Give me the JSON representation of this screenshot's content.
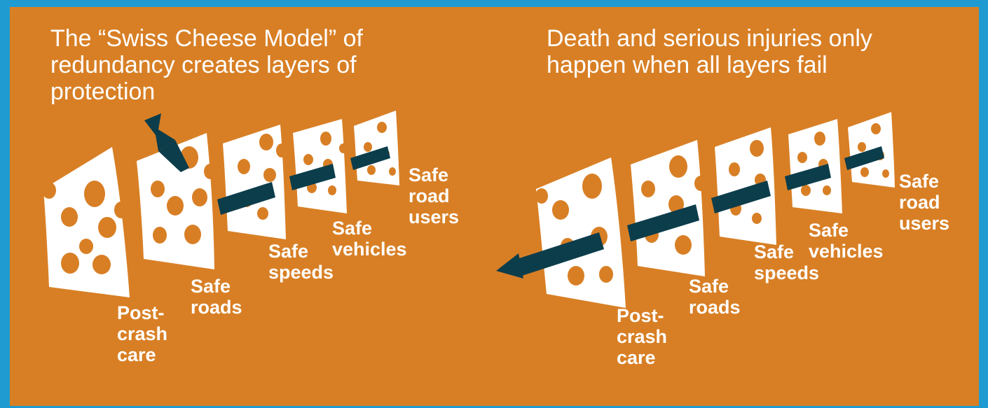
{
  "colors": {
    "frame": "#1f9bd1",
    "background": "#d87f25",
    "cheese": "#ffffff",
    "hole": "#d87f25",
    "arrow": "#0c3d4b",
    "text": "#ffffff"
  },
  "left_panel": {
    "headline": "The “Swiss Cheese Model” of redundancy creates layers of protection",
    "labels": {
      "post_crash_care": "Post-\ncrash\ncare",
      "safe_roads": "Safe\nroads",
      "safe_speeds": "Safe\nspeeds",
      "safe_vehicles": "Safe\nvehicles",
      "safe_road_users": "Safe\nroad\nusers"
    }
  },
  "right_panel": {
    "headline": "Death and serious injuries only happen when all layers fail",
    "labels": {
      "post_crash_care": "Post-\ncrash\ncare",
      "safe_roads": "Safe\nroads",
      "safe_speeds": "Safe\nspeeds",
      "safe_vehicles": "Safe\nvehicles",
      "safe_road_users": "Safe\nroad\nusers"
    }
  }
}
